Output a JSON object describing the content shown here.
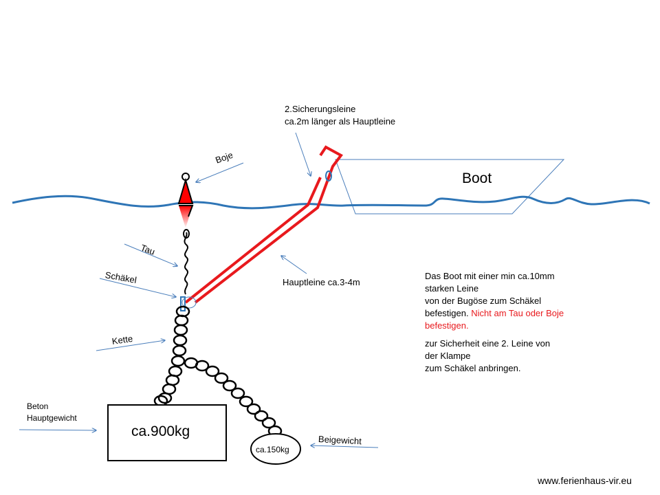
{
  "labels": {
    "boje": "Boje",
    "tau": "Tau",
    "schaekel": "Schäkel",
    "kette": "Kette",
    "boot": "Boot",
    "sicherung_line1": "2.Sicherungsleine",
    "sicherung_line2": "ca.2m länger als Hauptleine",
    "hauptleine": "Hauptleine ca.3-4m",
    "beton_line1": "Beton",
    "beton_line2": "Hauptgewicht",
    "main_weight": "ca.900kg",
    "beigewicht": "Beigewicht",
    "small_weight": "ca.150kg",
    "website": "www.ferienhaus-vir.eu"
  },
  "note": {
    "p1_line1": "Das Boot mit einer min ca.10mm",
    "p1_line2": "starken Leine",
    "p1_line3": "von der Bugöse zum Schäkel",
    "p1_line4_black": "befestigen.",
    "p1_line4_red": "Nicht am Tau oder Boje",
    "p1_line5_red": "befestigen.",
    "p2_line1": "zur Sicherheit eine 2. Leine von",
    "p2_line2": "der Klampe",
    "p2_line3": "zum Schäkel anbringen."
  },
  "colors": {
    "water": "#2e75b6",
    "arrow": "#4a7ebb",
    "rope_red": "#e8191d",
    "buoy_red": "#ff0000",
    "accent_text_red": "#e8191d"
  }
}
